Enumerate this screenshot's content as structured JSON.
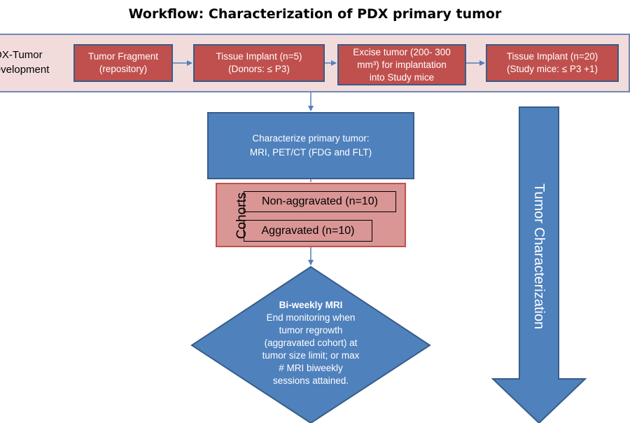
{
  "title": "Workflow: Characterization of PDX primary tumor",
  "band_label": "PDX-Tumor\nDevelopment",
  "steps": [
    "Tumor Fragment\n(repository)",
    "Tissue Implant (n=5)\n(Donors: ≤ P3)",
    "Excise tumor (200- 300\nmm³) for implantation\ninto Study mice",
    "Tissue Implant (n=20)\n(Study mice: ≤ P3 +1)"
  ],
  "characterize": "Characterize primary tumor:\nMRI, PET/CT (FDG and FLT)",
  "cohorts": {
    "label": "Cohorts",
    "items": [
      "Non-aggravated (n=10)",
      "Aggravated (n=10)"
    ]
  },
  "monitoring": {
    "heading": "Bi-weekly MRI",
    "body": "End monitoring when tumor regrowth (aggravated cohort) at tumor size limit; or max # MRI biweekly sessions attained."
  },
  "side_arrow_label": "Tumor Characterization",
  "colors": {
    "band_fill": "#f2dcdb",
    "step_fill": "#c0504d",
    "blue_fill": "#4f81bd",
    "cohort_fill": "#d99694",
    "connector": "#4f81bd"
  }
}
